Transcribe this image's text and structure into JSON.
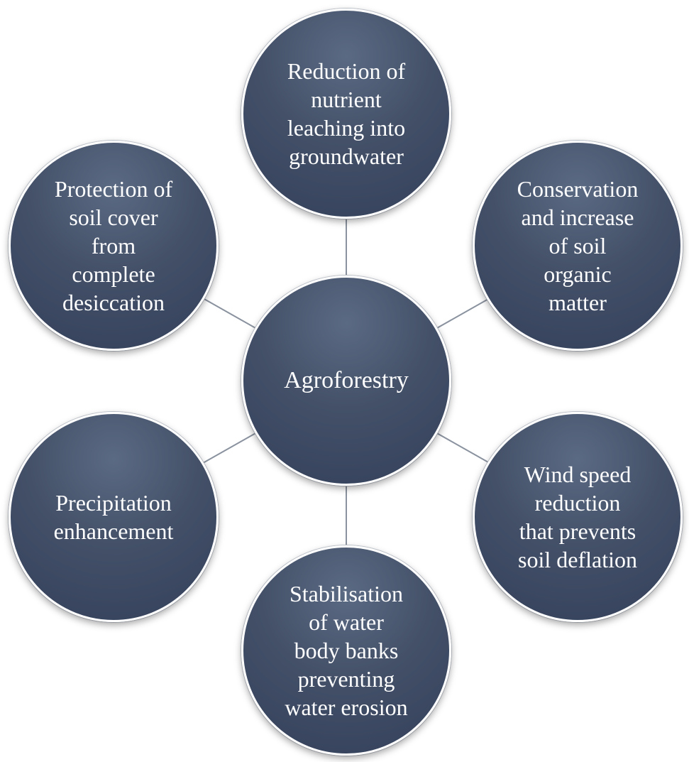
{
  "diagram": {
    "center": {
      "label": "Agroforestry"
    },
    "nodes": [
      {
        "id": "top",
        "label": "Reduction of\nnutrient\nleaching into\ngroundwater"
      },
      {
        "id": "upper-right",
        "label": "Conservation\nand increase\nof soil\norganic\nmatter"
      },
      {
        "id": "lower-right",
        "label": "Wind speed\nreduction\nthat prevents\nsoil deflation"
      },
      {
        "id": "bottom",
        "label": "Stabilisation\nof water\nbody banks\npreventing\nwater erosion"
      },
      {
        "id": "lower-left",
        "label": "Precipitation\nenhancement"
      },
      {
        "id": "upper-left",
        "label": "Protection of\nsoil cover\nfrom\ncomplete\ndesiccation"
      }
    ],
    "colors": {
      "node_fill_light": "#5b6a83",
      "node_fill_dark": "#34405a",
      "node_border": "#ffffff",
      "connector": "#8a929f",
      "text": "#ffffff"
    }
  }
}
